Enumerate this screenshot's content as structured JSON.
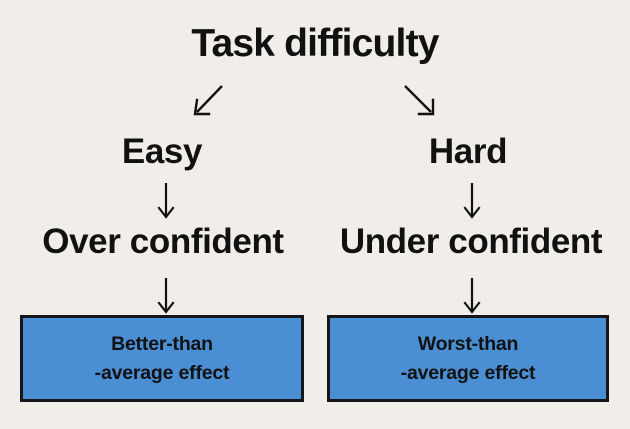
{
  "diagram": {
    "title": "Task difficulty",
    "background_color": "#f1eee9",
    "text_color": "#111111",
    "box_fill_color": "#4a8fd4",
    "box_border_color": "#15161a",
    "branches": [
      {
        "condition": "Easy",
        "confidence": "Over confident",
        "outcome_line1": "Better-than",
        "outcome_line2": "-average effect"
      },
      {
        "condition": "Hard",
        "confidence": "Under confident",
        "outcome_line1": "Worst-than",
        "outcome_line2": "-average effect"
      }
    ],
    "connectors": [
      {
        "name": "arrow-down-left",
        "direction": "down-left"
      },
      {
        "name": "arrow-down-right",
        "direction": "down-right"
      },
      {
        "name": "arrow-easy-to-over",
        "direction": "down"
      },
      {
        "name": "arrow-hard-to-under",
        "direction": "down"
      },
      {
        "name": "arrow-over-to-box",
        "direction": "down"
      },
      {
        "name": "arrow-under-to-box",
        "direction": "down"
      }
    ]
  }
}
